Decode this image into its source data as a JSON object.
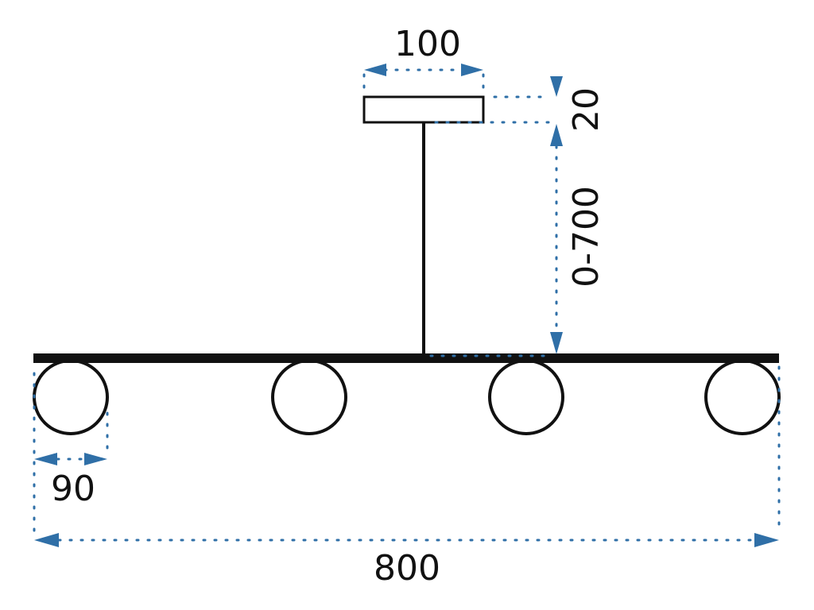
{
  "diagram": {
    "dimensions": {
      "canopy_width": "100",
      "canopy_height": "20",
      "rod_length": "0-700",
      "globe_diameter": "90",
      "total_width": "800"
    }
  },
  "colors": {
    "line": "#111111",
    "dimension": "#2f6fa7",
    "background": "#ffffff"
  }
}
